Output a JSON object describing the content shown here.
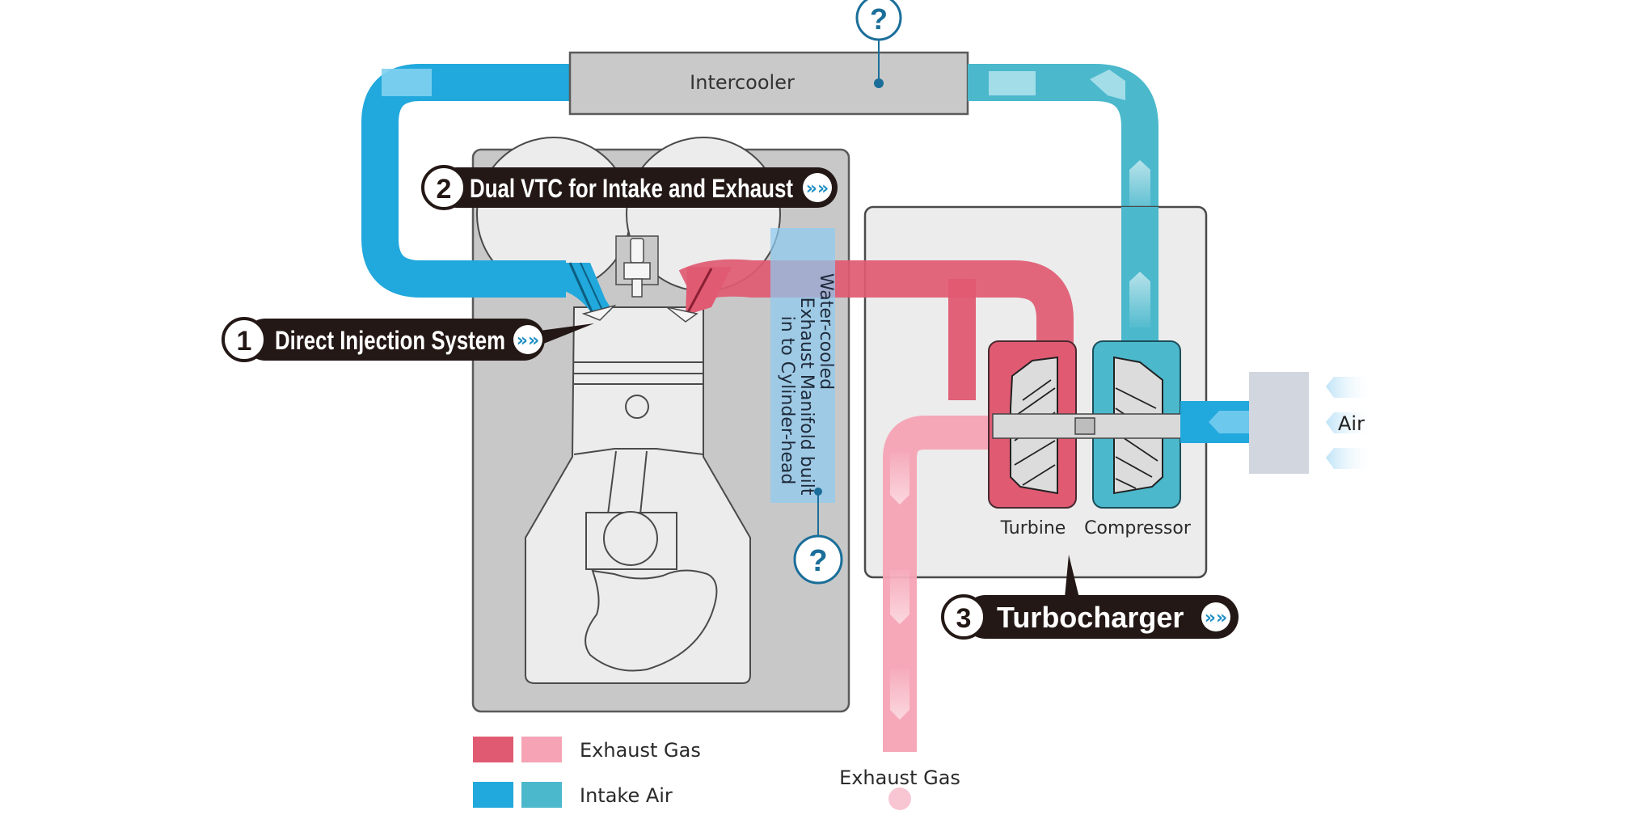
{
  "title": "Honda Turbo Engine System Diagram",
  "components": {
    "intercooler": "Intercooler",
    "turbine": "Turbine",
    "compressor": "Compressor",
    "air_inlet": "Air",
    "exhaust_outlet": "Exhaust Gas",
    "manifold_note": [
      "Water-cooled",
      "Exhaust Manifold built",
      "in to Cylinder-head"
    ]
  },
  "callouts": [
    {
      "number": "1",
      "label": "Direct Injection System",
      "more_icon": "chevrons-right-icon"
    },
    {
      "number": "2",
      "label": "Dual VTC for Intake and Exhaust",
      "more_icon": "chevrons-right-icon"
    },
    {
      "number": "3",
      "label": "Turbocharger",
      "more_icon": "chevrons-right-icon"
    }
  ],
  "help_markers": [
    {
      "target": "intercooler",
      "glyph": "?"
    },
    {
      "target": "water-cooled-exhaust-manifold",
      "glyph": "?"
    }
  ],
  "legend": [
    {
      "label": "Exhaust Gas",
      "colors": [
        "#e05a72",
        "#f5a3b5"
      ]
    },
    {
      "label": "Intake Air",
      "colors": [
        "#21a8dc",
        "#4bb8cc"
      ]
    }
  ],
  "colors": {
    "intake_dark": "#21a8dc",
    "intake_light": "#4bb8cc",
    "exhaust_dark": "#e05a72",
    "exhaust_light": "#f5a3b5",
    "callout_bg": "#231815",
    "help_blue": "#1a6e99",
    "manifold_blue": "#8fcbf0"
  },
  "chevron_glyph": "»»"
}
